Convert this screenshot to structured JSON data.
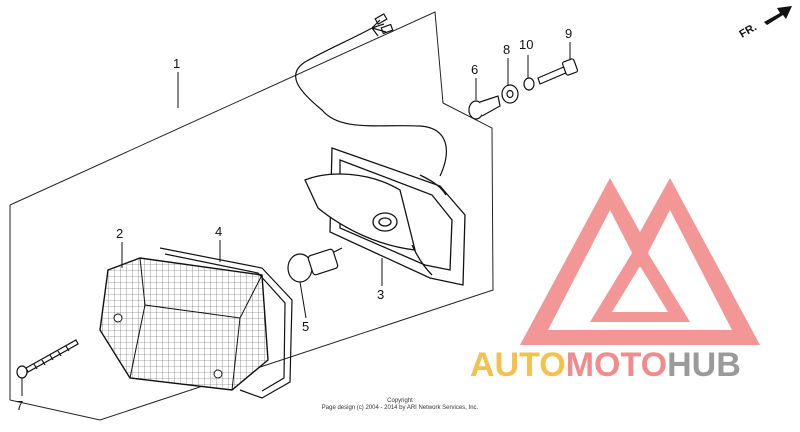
{
  "callouts": [
    {
      "id": "1",
      "label": "1"
    },
    {
      "id": "2",
      "label": "2"
    },
    {
      "id": "3",
      "label": "3"
    },
    {
      "id": "4",
      "label": "4"
    },
    {
      "id": "5",
      "label": "5"
    },
    {
      "id": "6",
      "label": "6"
    },
    {
      "id": "7",
      "label": "7"
    },
    {
      "id": "8",
      "label": "8"
    },
    {
      "id": "9",
      "label": "9"
    },
    {
      "id": "10",
      "label": "10"
    }
  ],
  "direction_label": "FR.",
  "copyright": {
    "title": "Copyright",
    "text": "Page design (c) 2004 - 2014 by ARI Network Services, Inc."
  },
  "watermark": {
    "part1": "AUTO",
    "part2": "MOTO",
    "part3": "HUB",
    "colors": {
      "yellow": "#f3c24c",
      "red": "#f28b8b",
      "gray": "#9a9a9a"
    }
  },
  "colors": {
    "line": "#111111",
    "background": "#ffffff"
  }
}
